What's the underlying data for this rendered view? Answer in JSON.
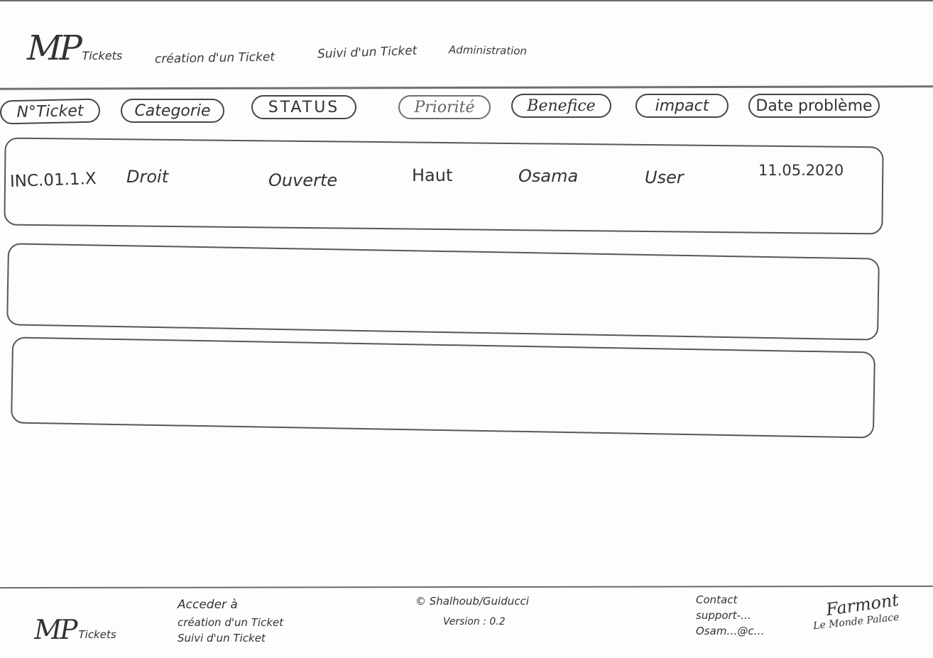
{
  "header": {
    "logo_mark": "MP",
    "logo_text": "Tickets",
    "nav": [
      {
        "label": "création d'un Ticket"
      },
      {
        "label": "Suivi d'un Ticket"
      },
      {
        "label": "Administration"
      }
    ]
  },
  "table": {
    "columns": [
      "N°Ticket",
      "Categorie",
      "STATUS",
      "Priorité",
      "Benefice",
      "impact",
      "Date problème"
    ],
    "rows": [
      {
        "ticket": "INC.01.1.X",
        "categorie": "Droit",
        "status": "Ouverte",
        "priorite": "Haut",
        "beneficiaire": "Osama",
        "impact": "User",
        "date": "11.05.2020"
      },
      {
        "ticket": "",
        "categorie": "",
        "status": "",
        "priorite": "",
        "beneficiaire": "",
        "impact": "",
        "date": ""
      },
      {
        "ticket": "",
        "categorie": "",
        "status": "",
        "priorite": "",
        "beneficiaire": "",
        "impact": "",
        "date": ""
      }
    ]
  },
  "footer": {
    "logo_mark": "MP",
    "logo_text": "Tickets",
    "links_title": "Acceder à",
    "links": [
      "création d'un Ticket",
      "Suivi d'un Ticket"
    ],
    "copyright": "© Shalhoub/Guiducci",
    "version": "Version : 0.2",
    "contact_title": "Contact",
    "contact_lines": [
      "support-…",
      "Osam…@c…"
    ],
    "signature": "Farmont",
    "signature_sub": "Le Monde Palace"
  }
}
